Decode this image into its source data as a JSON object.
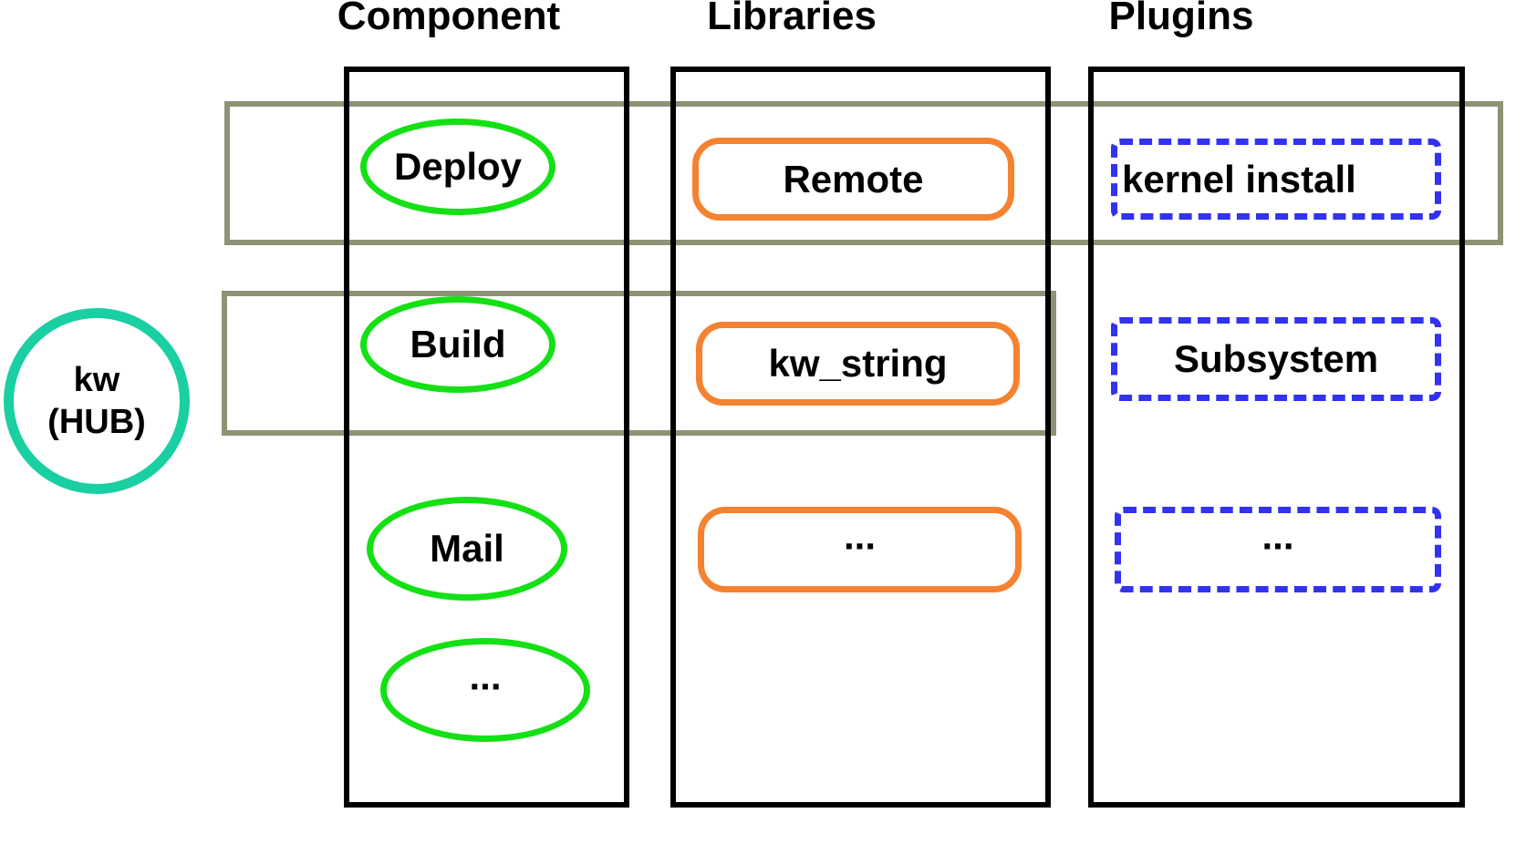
{
  "hub": {
    "line1": "kw",
    "line2": "(HUB)"
  },
  "columns": {
    "component": {
      "header": "Component",
      "items": [
        "Deploy",
        "Build",
        "Mail",
        "..."
      ]
    },
    "libraries": {
      "header": "Libraries",
      "items": [
        "Remote",
        "kw_string",
        "..."
      ]
    },
    "plugins": {
      "header": "Plugins",
      "items": [
        "kernel install",
        "Subsystem",
        "..."
      ]
    }
  },
  "colors": {
    "component_item": "#15e015",
    "libraries_item": "#f58230",
    "plugins_item": "#3232f0",
    "band": "#8d9374",
    "hub": "#1acfa2",
    "column_border": "#000000"
  }
}
